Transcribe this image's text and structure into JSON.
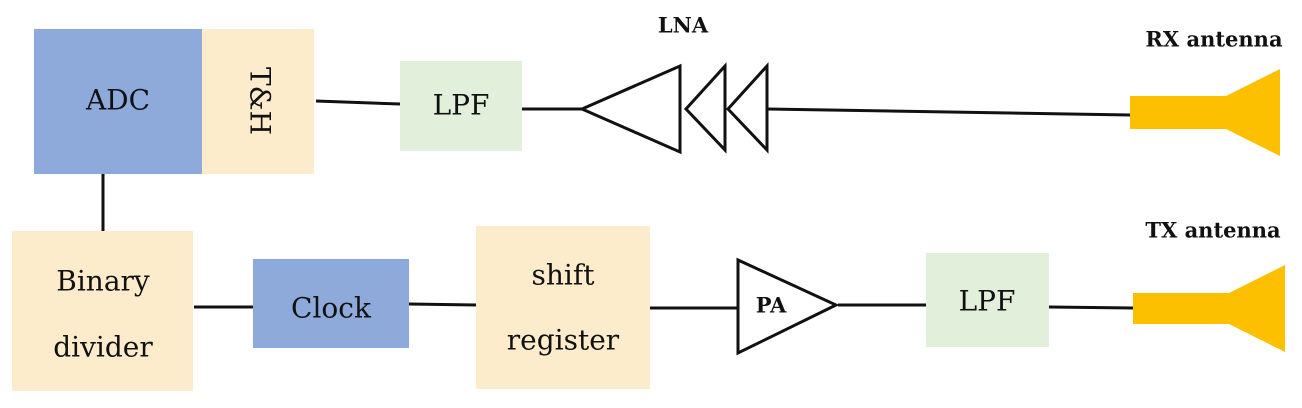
{
  "colors": {
    "blue_block": "#8eaadb",
    "tan_block": "#fdeccb",
    "green_block": "#e2efda",
    "antenna": "#fcc000",
    "line": "#111111"
  },
  "blocks": {
    "adc": "ADC",
    "th": "T&H",
    "lpf_rx": "LPF",
    "binary_divider_line1": "Binary",
    "binary_divider_line2": "divider",
    "clock": "Clock",
    "shift_register_line1": "shift",
    "shift_register_line2": "register",
    "lpf_tx": "LPF"
  },
  "amplifiers": {
    "lna_label": "LNA",
    "pa_label": "PA"
  },
  "antennas": {
    "rx_label": "RX antenna",
    "tx_label": "TX antenna"
  }
}
